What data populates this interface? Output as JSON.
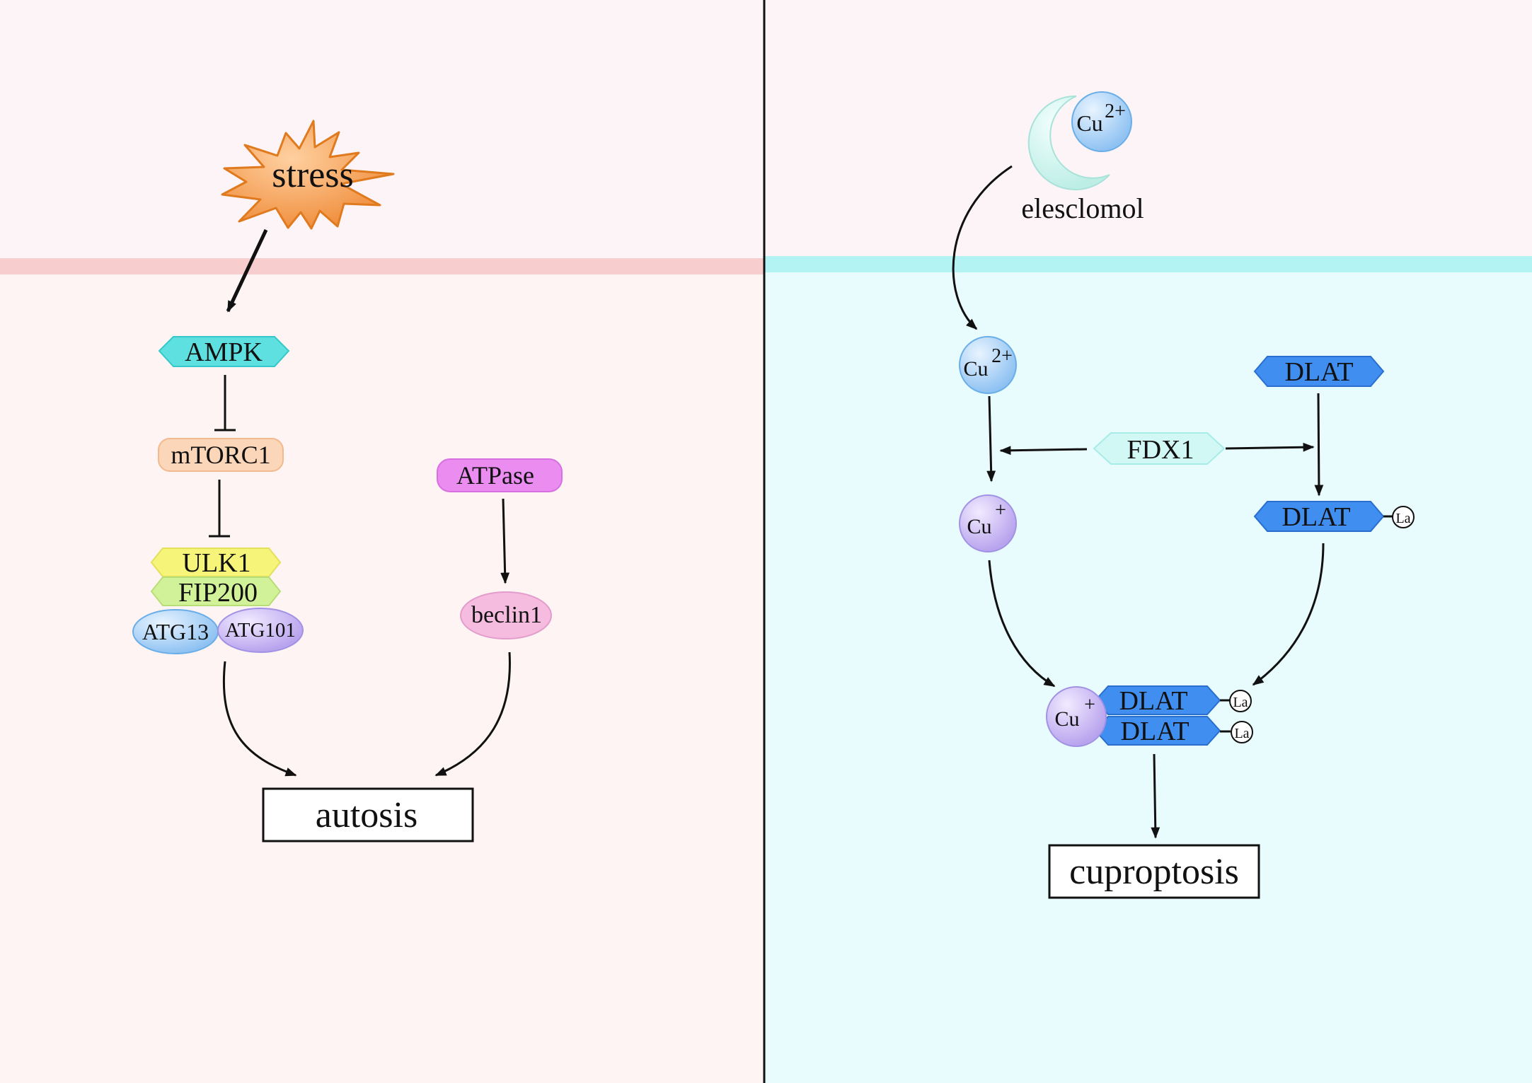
{
  "colors": {
    "left_outside": "#fdf4f8",
    "left_inside": "#fdf4f3",
    "left_membrane": "#f7cdcd",
    "right_outside": "#fdf4f8",
    "right_inside": "#e8fbfd",
    "right_membrane": "#b4f3f3",
    "divider": "#111111",
    "stress": "#f2a05a",
    "ampk": "#5ee0e0",
    "mtorc1": "#fcd6b8",
    "ulk1": "#f6f57a",
    "fip200": "#d2f29a",
    "atg13": "#7fc4f2",
    "atg101": "#bcbcf2",
    "atpase": "#ea8cf0",
    "beclin1": "#f5bce0",
    "cu2": "#a9d3f7",
    "cu1": "#cdbbf2",
    "elesclomol": "#d6f6f0",
    "dlat": "#3f8ef0",
    "fdx1": "#d2f8f6"
  },
  "left": {
    "stress": "stress",
    "ampk": "AMPK",
    "mtorc1": "mTORC1",
    "ulk1": "ULK1",
    "fip200": "FIP200",
    "atg13": "ATG13",
    "atg101": "ATG101",
    "atpase": "ATPase",
    "beclin1": "beclin1",
    "outcome": "autosis"
  },
  "right": {
    "elesclomol": "elesclomol",
    "cu": "Cu",
    "charge_2": "2+",
    "charge_1": "+",
    "fdx1": "FDX1",
    "dlat": "DLAT",
    "lipoyl": "La",
    "outcome": "cuproptosis"
  }
}
